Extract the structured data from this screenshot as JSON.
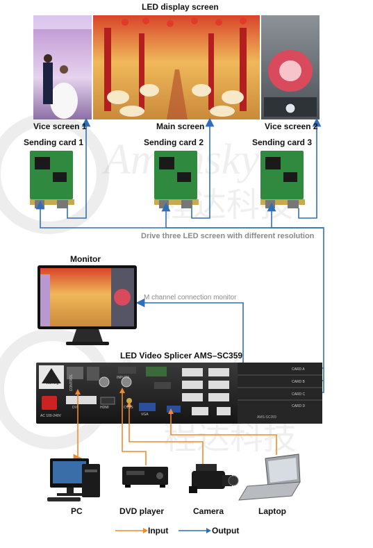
{
  "title": "LED display screen",
  "screens": {
    "left": "Vice screen 1",
    "center": "Main screen",
    "right": "Vice screen 2"
  },
  "cards": {
    "card1": "Sending card 1",
    "card2": "Sending card 2",
    "card3": "Sending card 3"
  },
  "drive_note": "Drive three LED screen with different resolution",
  "monitor": {
    "label": "Monitor",
    "note": "M channel connection monitor"
  },
  "splicer": {
    "label": "LED Video Splicer AMS–SC359",
    "warning": "Warning",
    "model_strip": "AMS-SC359",
    "inputs": "INPUTS",
    "control": "CONTROL",
    "ports": {
      "dvi": "DVI",
      "hdmi": "HDMI",
      "vga": "VGA",
      "cvbs": "CVBS",
      "ac": "AC 100-240V",
      "card_a": "CARD A",
      "card_b": "CARD B",
      "card_c": "CARD C",
      "card_d": "CARD D"
    }
  },
  "devices": {
    "pc": "PC",
    "dvd": "DVD player",
    "camera": "Camera",
    "laptop": "Laptop"
  },
  "legend": {
    "input": "Input",
    "output": "Output"
  },
  "watermark": {
    "latin": "Amonsky",
    "cn": "程达科技"
  },
  "colors": {
    "input_line": "#f08a2c",
    "output_line": "#2f6fb8",
    "pcb": "#2f8a3f",
    "device_body": "#1f1f1f"
  }
}
